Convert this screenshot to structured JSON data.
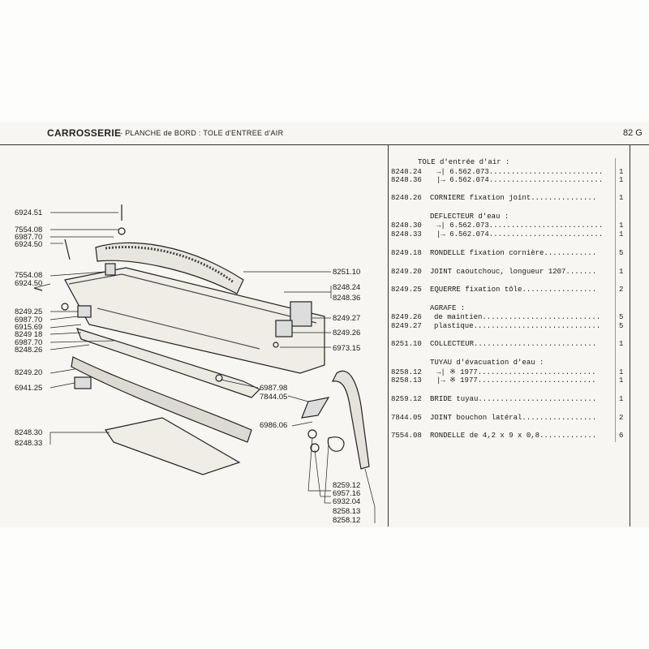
{
  "header": {
    "section": "CARROSSERIE",
    "subtitle": "- PLANCHE de BORD : TOLE d'ENTREE d'AIR",
    "page": "82 G"
  },
  "parts_table": {
    "rows": [
      {
        "ref": "",
        "desc": "TOLE d'entrée d'air :",
        "qty": ""
      },
      {
        "ref": "8248.24",
        "desc": "→| 6.562.073..........................",
        "qty": "1"
      },
      {
        "ref": "8248.36",
        "desc": "|→ 6.562.074..........................",
        "qty": "1"
      },
      {
        "ref": "8248.26",
        "desc": "CORNIERE fixation joint...............",
        "qty": "1"
      },
      {
        "ref": "",
        "desc": "DEFLECTEUR d'eau :",
        "qty": ""
      },
      {
        "ref": "8248.30",
        "desc": "→| 6.562.073..........................",
        "qty": "1"
      },
      {
        "ref": "8248.33",
        "desc": "|→ 6.562.074..........................",
        "qty": "1"
      },
      {
        "ref": "8249.18",
        "desc": "RONDELLE fixation cornière............",
        "qty": "5"
      },
      {
        "ref": "8249.20",
        "desc": "JOINT caoutchouc, longueur 1207.......",
        "qty": "1"
      },
      {
        "ref": "8249.25",
        "desc": "EQUERRE fixation tôle.................",
        "qty": "2"
      },
      {
        "ref": "",
        "desc": "AGRAFE :",
        "qty": ""
      },
      {
        "ref": "8249.26",
        "desc": "de maintien...........................",
        "qty": "5"
      },
      {
        "ref": "8249.27",
        "desc": "plastique.............................",
        "qty": "5"
      },
      {
        "ref": "8251.10",
        "desc": "COLLECTEUR............................",
        "qty": "1"
      },
      {
        "ref": "",
        "desc": "TUYAU d'évacuation d'eau :",
        "qty": ""
      },
      {
        "ref": "8258.12",
        "desc": "→| ※ 1977...........................",
        "qty": "1"
      },
      {
        "ref": "8258.13",
        "desc": "|→ ※ 1977...........................",
        "qty": "1"
      },
      {
        "ref": "8259.12",
        "desc": "BRIDE tuyau...........................",
        "qty": "1"
      },
      {
        "ref": "7844.05",
        "desc": "JOINT bouchon latéral.................",
        "qty": "2"
      },
      {
        "ref": "7554.08",
        "desc": "RONDELLE de 4,2 x 9 x 0,8.............",
        "qty": "6"
      }
    ]
  },
  "diagram_labels": {
    "l1": "6924.51",
    "l2": "7554.08",
    "l3": "6987.70",
    "l4": "6924.50",
    "l5": "7554.08",
    "l6": "6924.50",
    "l7": "8249.25",
    "l8": "6987.70",
    "l9": "6915.69",
    "l10": "8249 18",
    "l11": "6987.70",
    "l12": "8248.26",
    "l13": "8249.20",
    "l14": "6941.25",
    "l15": "8248.30",
    "l16": "8248.33",
    "r1": "8251.10",
    "r2": "8248.24",
    "r3": "8248.36",
    "r4": "8249.27",
    "r5": "8249.26",
    "r6": "6973.15",
    "r7": "6987.98",
    "r8": "7844.05",
    "r9": "6986.06",
    "r10": "8259.12",
    "r11": "6957.16",
    "r12": "6932.04",
    "r13": "8258.13",
    "r14": "8258.12"
  }
}
